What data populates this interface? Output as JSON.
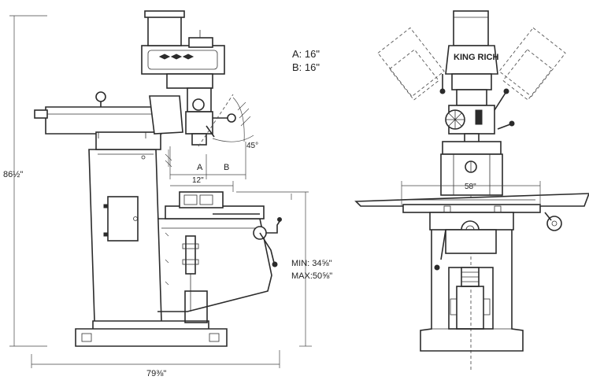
{
  "spec_a": "A: 16\"",
  "spec_b": "B: 16\"",
  "height_overall": "86½\"",
  "length_overall": "79⅜\"",
  "reach_12": "12\"",
  "table_width": "58\"",
  "angle": "45°",
  "label_a": "A",
  "label_b": "B",
  "min_height": "MIN: 34⅝\"",
  "max_height": "MAX:50⅝\"",
  "brand": "KING RICH"
}
